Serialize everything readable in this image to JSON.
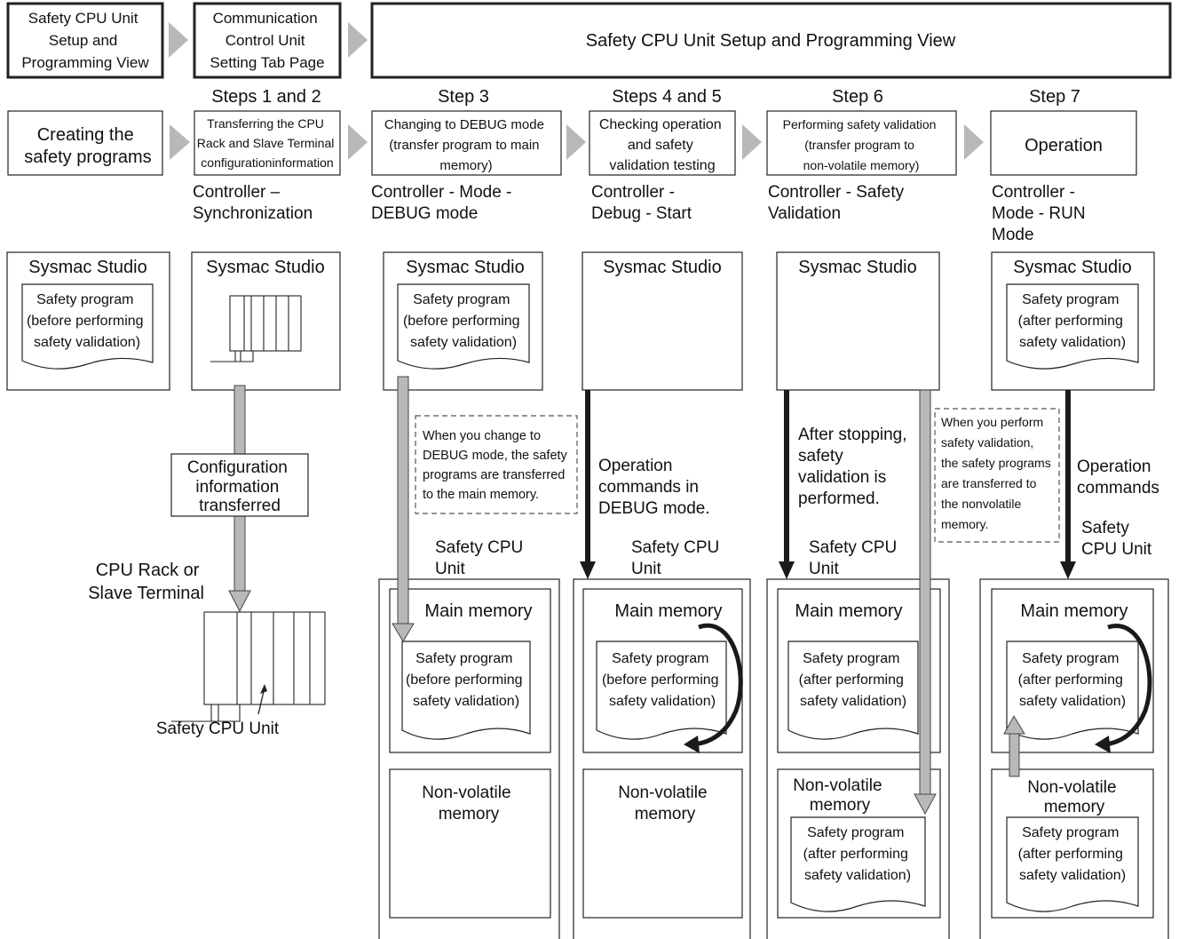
{
  "header": {
    "left_tab": [
      "Safety CPU Unit",
      "Setup and",
      "Programming View"
    ],
    "middle_tab": [
      "Communication",
      "Control Unit",
      "Setting Tab Page"
    ],
    "right_tab": "Safety CPU Unit Setup and Programming View"
  },
  "steps": [
    {
      "label": "",
      "box": [
        "Creating the",
        "safety programs"
      ],
      "menu": []
    },
    {
      "label": "Steps 1 and 2",
      "box": [
        "Transferring the CPU",
        "Rack and Slave Terminal",
        "configurationinformation"
      ],
      "menu": [
        "Controller –",
        "Synchronization"
      ]
    },
    {
      "label": "Step 3",
      "box": [
        "Changing to DEBUG mode",
        "(transfer program to main",
        "memory)"
      ],
      "menu": [
        "Controller - Mode -",
        "DEBUG mode"
      ]
    },
    {
      "label": "Steps 4 and 5",
      "box": [
        "Checking operation",
        "and safety",
        "validation testing"
      ],
      "menu": [
        "Controller -",
        "Debug - Start"
      ]
    },
    {
      "label": "Step 6",
      "box": [
        "Performing safety validation",
        "(transfer program to",
        "non-volatile memory)"
      ],
      "menu": [
        "Controller - Safety",
        "Validation"
      ]
    },
    {
      "label": "Step 7",
      "box": [
        "Operation"
      ],
      "menu": [
        "Controller -",
        "Mode - RUN",
        "Mode"
      ]
    }
  ],
  "sysmac_studio": "Sysmac Studio",
  "program_before": [
    "Safety program",
    "(before performing",
    "safety validation)"
  ],
  "program_after": [
    "Safety program",
    "(after performing",
    "safety validation)"
  ],
  "config_transferred": [
    "Configuration",
    "information",
    "transferred"
  ],
  "cpu_rack": [
    "CPU Rack or",
    "Slave Terminal"
  ],
  "safety_cpu_unit_inline": "Safety CPU Unit",
  "safety_cpu_unit_2line": [
    "Safety CPU",
    "Unit"
  ],
  "safety_cpu_unit_step7": [
    "Safety",
    "CPU Unit"
  ],
  "main_memory": "Main memory",
  "non_volatile": [
    "Non-volatile",
    "memory"
  ],
  "notes": {
    "debug": [
      "When you change to",
      "DEBUG mode, the safety",
      "programs are transferred",
      "to the main memory."
    ],
    "validation": [
      "When you perform",
      "safety validation,",
      "the safety programs",
      "are transferred to",
      "the nonvolatile",
      "memory."
    ]
  },
  "annotations": {
    "debug_commands": [
      "Operation",
      "commands in",
      "DEBUG mode."
    ],
    "after_stopping": [
      "After stopping,",
      "safety",
      "validation is",
      "performed."
    ],
    "operation_commands": [
      "Operation",
      "commands"
    ]
  },
  "colors": {
    "gray_arrow": "#b8b8b8",
    "black_arrow": "#1a1a1a",
    "line": "#222222"
  }
}
